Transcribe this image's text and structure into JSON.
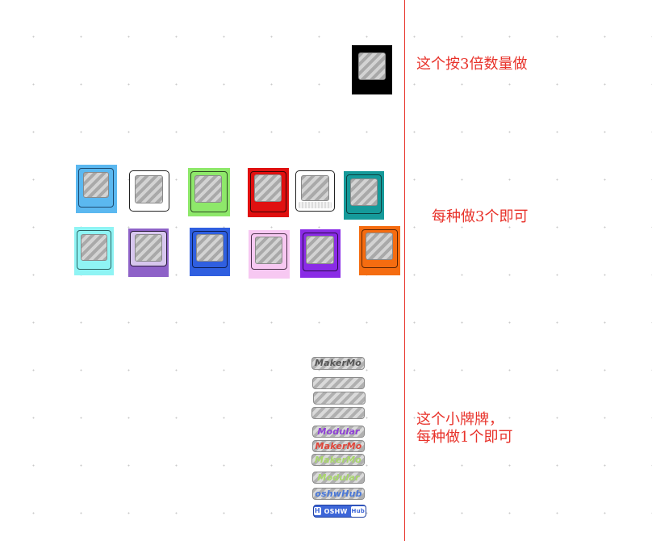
{
  "notes": {
    "triple_quantity": "这个按3倍数量做",
    "three_each": "每种做3个即可",
    "small_plaque_line1": "这个小牌牌，",
    "small_plaque_line2": "每种做1个即可"
  },
  "colors": {
    "divider": "#e8322a",
    "note_text": "#e8322a",
    "tile_black": "#000000",
    "row1": [
      "#5bb8f0",
      "#ffffff",
      "#8ee86a",
      "#e01010",
      "#ffffff",
      "#159a9a"
    ],
    "row2": [
      "#8ff4f4",
      "#8e62c8",
      "#2f5fe0",
      "#f7c8f2",
      "#8a2be6",
      "#f56c10"
    ]
  },
  "icons": {
    "placeholder": "hatched-placeholder-icon"
  },
  "plaques": [
    {
      "label": "MakerMo",
      "color": "#555555"
    },
    {
      "label": "",
      "color": "#555555"
    },
    {
      "label": "",
      "color": "#555555"
    },
    {
      "label": "",
      "color": "#555555"
    },
    {
      "label": "Modular",
      "color": "#8e3fd6"
    },
    {
      "label": "MakerMo",
      "color": "#e0463a"
    },
    {
      "label": "MakerMo",
      "color": "#a8d66c"
    },
    {
      "label": "Modular",
      "color": "#a8d66c"
    },
    {
      "label": "oshwHub",
      "color": "#4a78d8"
    },
    {
      "label": "OSHW",
      "color": "#ffffff",
      "badge": "Hub"
    }
  ]
}
